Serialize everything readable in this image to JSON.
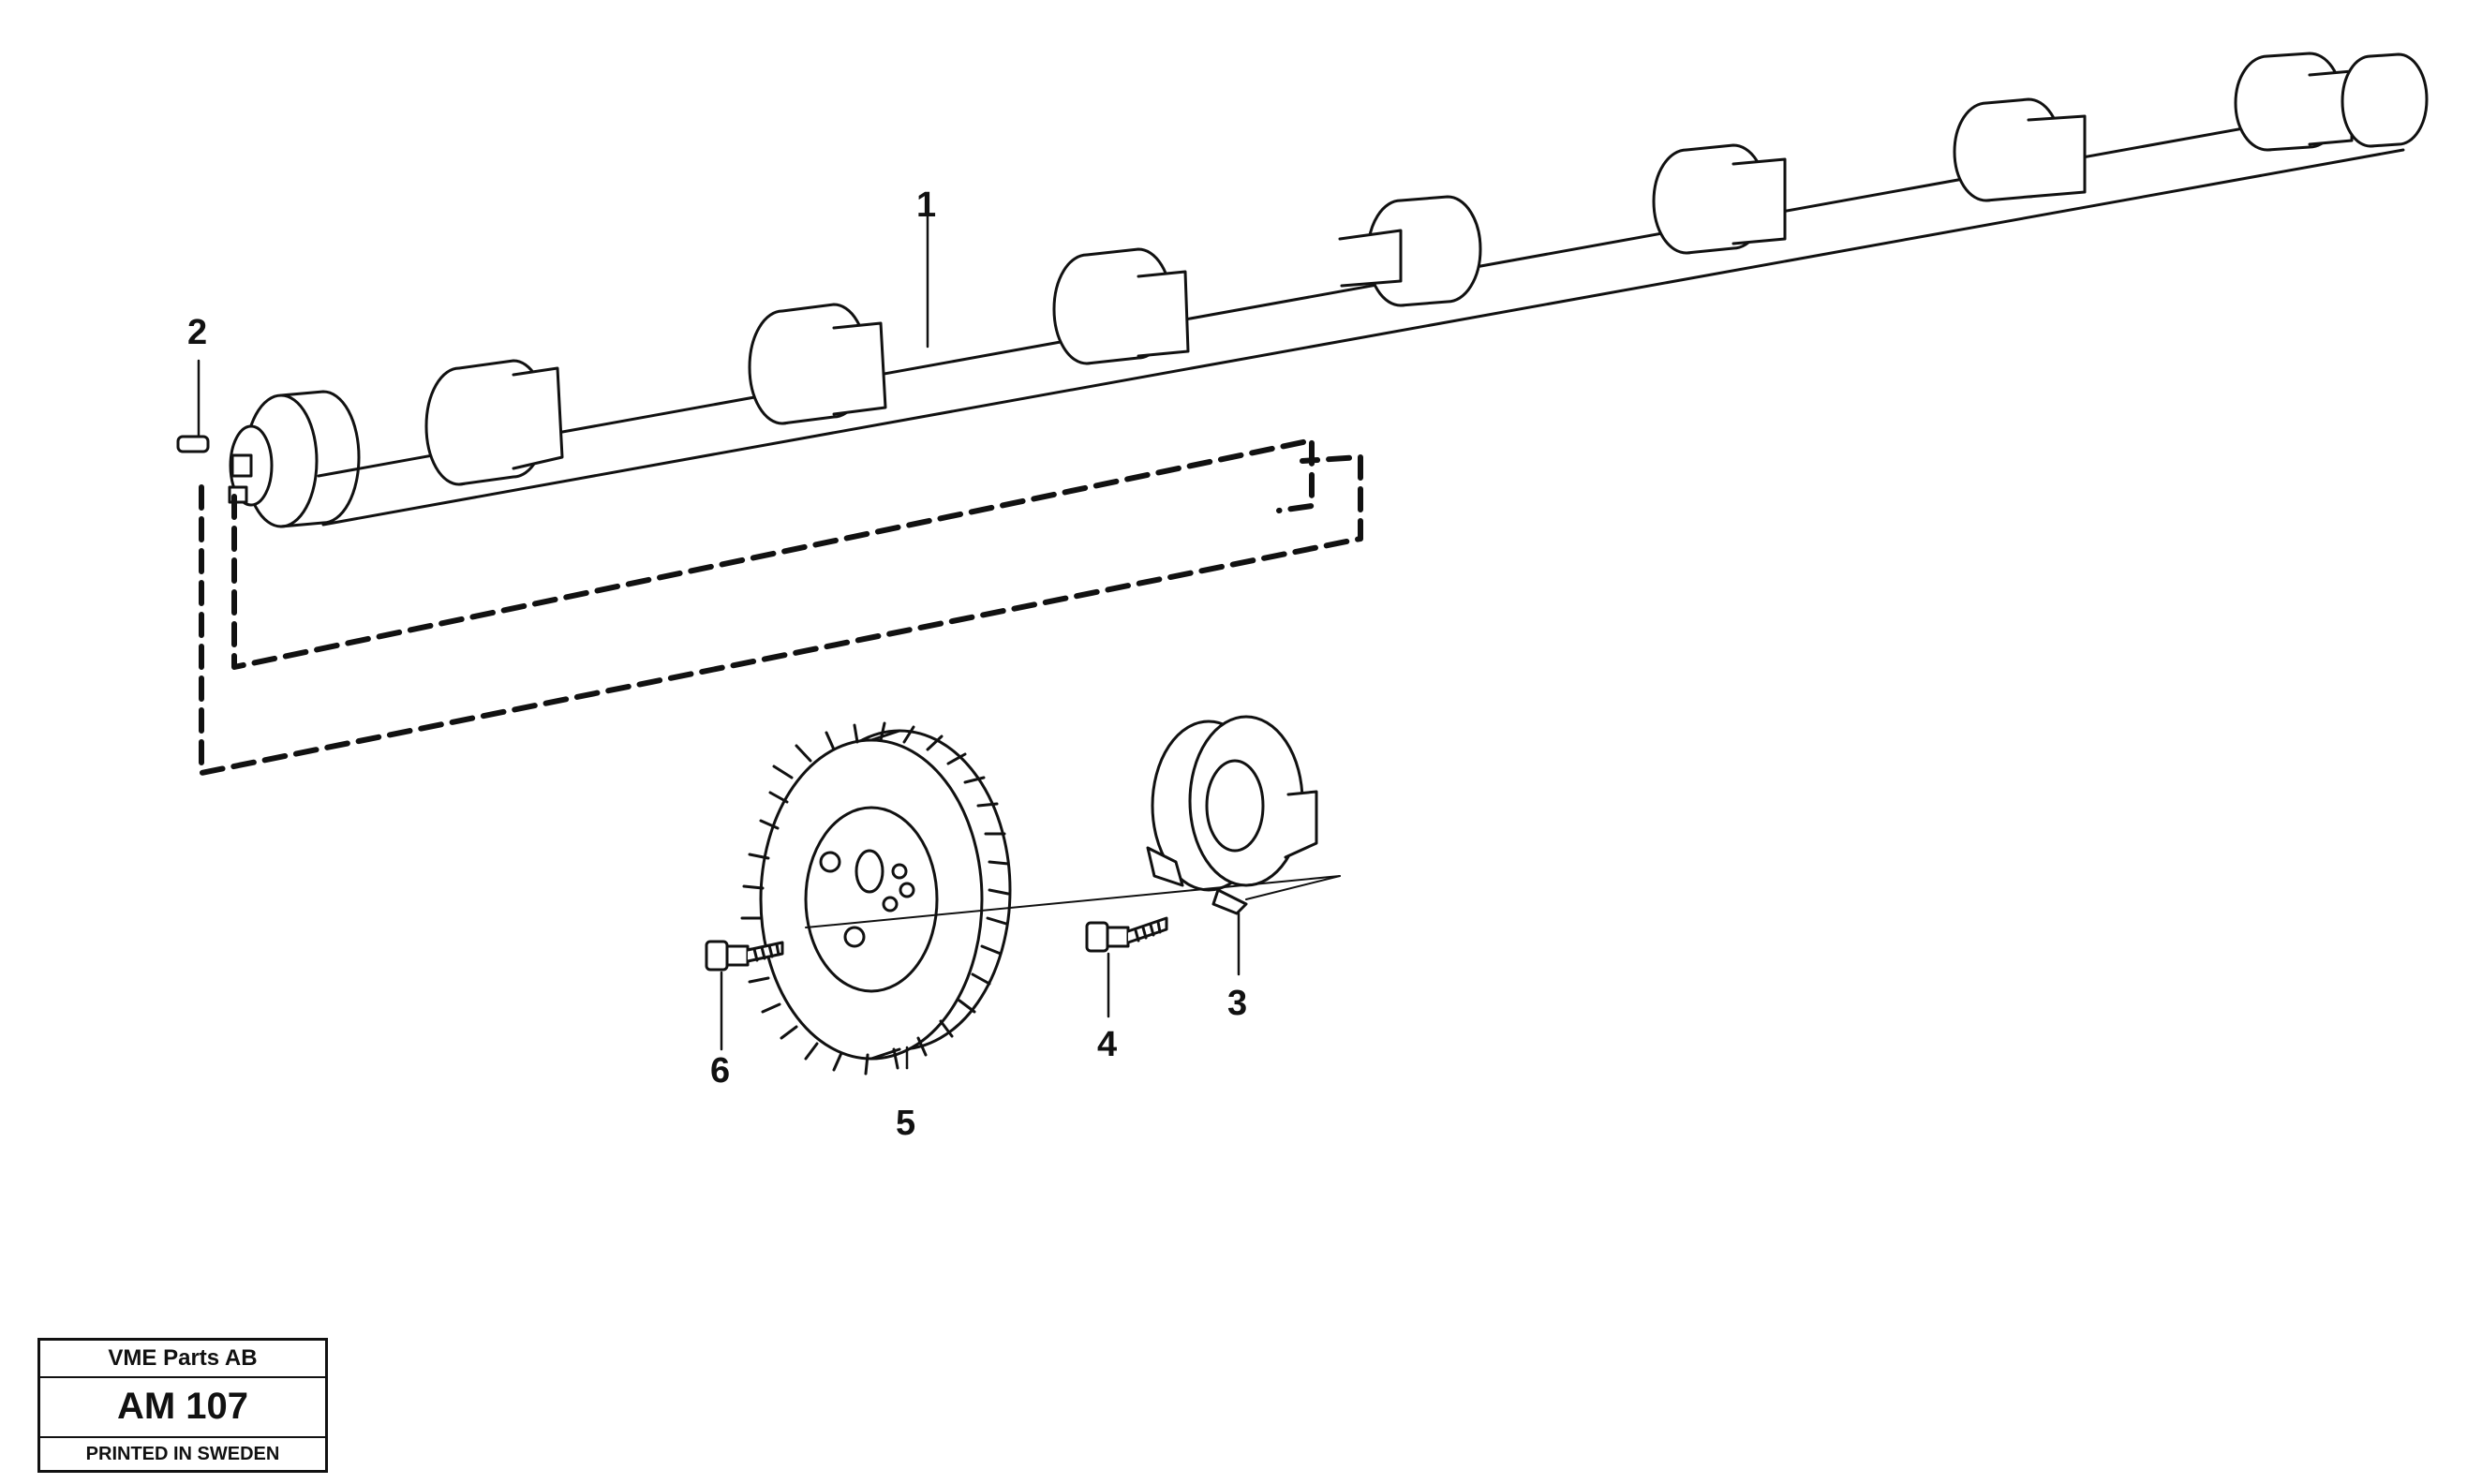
{
  "diagram": {
    "callouts": [
      {
        "id": "1",
        "part": "camshaft"
      },
      {
        "id": "2",
        "part": "pin"
      },
      {
        "id": "3",
        "part": "thrust-washer"
      },
      {
        "id": "4",
        "part": "screw"
      },
      {
        "id": "5",
        "part": "camshaft-gear"
      },
      {
        "id": "6",
        "part": "screw"
      }
    ]
  },
  "title_block": {
    "company": "VME Parts AB",
    "code": "AM 107",
    "printed": "PRINTED IN SWEDEN"
  }
}
